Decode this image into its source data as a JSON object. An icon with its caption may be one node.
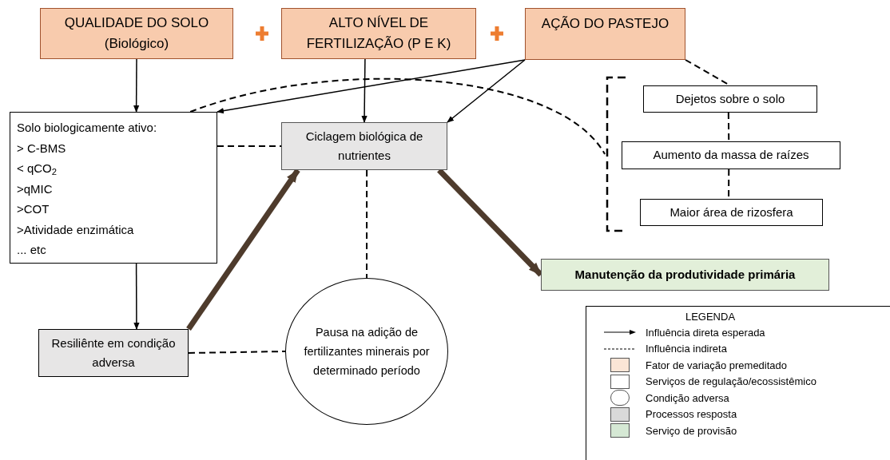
{
  "diagram": {
    "nodes": [
      {
        "text": [
          "QUALIDADE DO SOLO (Biológico)"
        ]
      },
      {
        "text": [
          "ALTO NÍVEL DE FERTILIZAÇÃO (P E K)"
        ]
      },
      {
        "text": [
          "AÇÃO DO PASTEJO"
        ]
      },
      {
        "text": [
          "Solo biologicamente ativo:",
          "> C-BMS",
          "< qCO$_{2}$",
          ">qMIC",
          ">COT",
          ">Atividade enzimática",
          "... etc"
        ]
      },
      {
        "text": [
          "Ciclagem biológica de nutrientes"
        ]
      },
      {
        "text": [],
        "shape": "bracket"
      },
      {
        "text": [
          "Dejetos sobre o solo"
        ]
      },
      {
        "text": [
          "Aumento da massa de raízes"
        ]
      },
      {
        "text": [
          "Maior área de rizosfera"
        ]
      },
      {
        "text": [
          "Manutenção da produtividade primária"
        ]
      },
      {
        "text": [
          "Resiliênte em condição adversa"
        ]
      },
      {
        "text": [
          "Pausa na adição de fertilizantes minerais por determinado período"
        ]
      }
    ],
    "edges": [
      {
        "from": 0,
        "to": 3,
        "arrow": "to"
      },
      {
        "from": 1,
        "to": 4,
        "arrow": "to"
      },
      {
        "from": 2,
        "to": 3,
        "arrow": "to"
      },
      {
        "from": 2,
        "to": 4,
        "arrow": "to"
      },
      {
        "from": 2,
        "to": 6,
        "arrow": "none",
        "style": "dashed"
      },
      {
        "from": 3,
        "to": 5,
        "arrow": "none",
        "style": "dashed"
      },
      {
        "from": 3,
        "to": 4,
        "arrow": "none",
        "style": "dashed"
      },
      {
        "from": 4,
        "to": 11,
        "arrow": "none",
        "style": "dashed"
      },
      {
        "from": 3,
        "to": 10,
        "arrow": "to"
      },
      {
        "from": 10,
        "to": 11,
        "arrow": "none",
        "style": "dashed"
      },
      {
        "from": 10,
        "to": 4,
        "arrow": "to",
        "style": "thick",
        "color": "#4e3b2c"
      },
      {
        "from": 4,
        "to": 9,
        "arrow": "to",
        "style": "thick",
        "color": "#4e3b2c"
      },
      {
        "from": 6,
        "to": 7,
        "arrow": "none",
        "style": "dashed"
      },
      {
        "from": 7,
        "to": 8,
        "arrow": "none",
        "style": "dashed"
      }
    ],
    "labels": [
      "LEGENDA"
    ],
    "legend": [
      {
        "text": "Influência direta esperada"
      },
      {
        "text": "Influência indireta"
      },
      {
        "text": "Fator de variação premeditado",
        "color": "#fbe5d6"
      },
      {
        "text": "Serviços de regulação/ecossistêmico",
        "color": "#ffffff"
      },
      {
        "text": "Condição adversa"
      },
      {
        "text": "Processos resposta",
        "color": "#d9d9d9"
      },
      {
        "text": "Serviço de provisão",
        "color": "#d5e8d4"
      }
    ]
  }
}
